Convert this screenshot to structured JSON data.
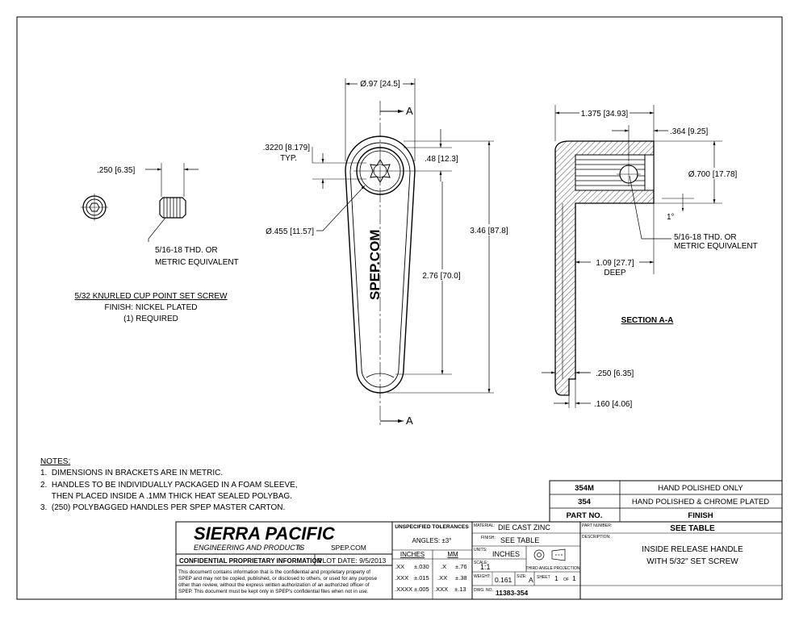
{
  "views": {
    "set_screw": {
      "width_dim": ".250 [6.35]",
      "thread_note": [
        "5/16-18 THD. OR",
        "METRIC EQUIVALENT"
      ],
      "title": "5/32 KNURLED CUP POINT SET SCREW",
      "finish": "FINISH: NICKEL PLATED",
      "qty": "(1) REQUIRED"
    },
    "front": {
      "dia_top": "Ø.97 [24.5]",
      "hex_dim": ".3220 [8.179]",
      "hex_typ": "TYP.",
      "hole_dim": "Ø.455 [11.57]",
      "offset_dim": ".48 [12.3]",
      "mid_dim": "2.76 [70.0]",
      "overall_dim": "3.46 [87.8]",
      "engraving": "SPEP.COM",
      "section_label_top": "A",
      "section_label_bottom": "A"
    },
    "section": {
      "width_dim": "1.375 [34.93]",
      "hole_offset": ".364 [9.25]",
      "bore_dia": "Ø.700 [17.78]",
      "angle": "1°",
      "thread_note": [
        "5/16-18 THD. OR",
        "METRIC EQUIVALENT"
      ],
      "depth_dim": "1.09 [27.7]",
      "depth_label": "DEEP",
      "title": "SECTION A-A",
      "bottom_dim": ".250 [6.35]",
      "wall_dim": ".160 [4.06]"
    }
  },
  "notes": {
    "heading": "NOTES:",
    "items": [
      "1.  DIMENSIONS IN BRACKETS ARE IN METRIC.",
      "2.  HANDLES TO BE INDIVIDUALLY PACKAGED IN A FOAM SLEEVE,",
      "     THEN PLACED INSIDE A .1MM THICK HEAT SEALED POLYBAG.",
      "3.  (250) POLYBAGGED HANDLES PER SPEP MASTER CARTON."
    ]
  },
  "part_table": {
    "rows": [
      {
        "part": "354M",
        "finish": "HAND POLISHED ONLY"
      },
      {
        "part": "354",
        "finish": "HAND POLISHED & CHROME PLATED"
      }
    ],
    "header_part": "PART NO.",
    "header_finish": "FINISH"
  },
  "title_block": {
    "company": "SIERRA PACIFIC",
    "company_sub": "ENGINEERING AND PRODUCTS",
    "website": "SPEP.COM",
    "confidential_label": "CONFIDENTIAL PROPRIETARY INFORMATION",
    "plot_date": "PLOT DATE:  9/5/2013",
    "disclaimer": [
      "This document contains information that is the confidential and proprietary property of",
      "SPEP and may not be copied, published, or disclosed to others, or used for any purpose",
      "other than review, without the express written authorization of an authorized officer of",
      "SPEP. This document must be kept only in SPEP's confidential files when not in use."
    ],
    "tolerances": {
      "heading": "UNSPECIFIED TOLERANCES",
      "angles": "ANGLES: ±3°",
      "inches_head": "INCHES",
      "mm_head": "MM",
      "rows": [
        [
          ".XX",
          "±.030",
          ".X",
          "±.76"
        ],
        [
          ".XXX",
          "±.015",
          ".XX",
          "±.38"
        ],
        [
          ".XXXX",
          "±.005",
          ".XXX",
          "±.13"
        ]
      ]
    },
    "material_label": "MATERIAL:",
    "material": "DIE CAST ZINC",
    "finish_label": "FINISH:",
    "finish": "SEE TABLE",
    "units_label": "UNITS:",
    "units": "INCHES",
    "scale_label": "SCALE:",
    "scale": "1:1",
    "projection": "THIRD ANGLE PROJECTION",
    "weight_label": "WEIGHT:",
    "weight": "0.161",
    "size_label": "SIZE:",
    "size": "A",
    "sheet_label": "SHEET",
    "sheet": "1",
    "of_label": "OF",
    "sheet_total": "1",
    "dwg_label": "DWG. NO.",
    "dwg_no": "11383-354",
    "partnumber_label": "PART NUMBER:",
    "partnumber": "SEE TABLE",
    "description_label": "DESCRIPTION:",
    "description": [
      "INSIDE RELEASE HANDLE",
      "WITH 5/32\" SET SCREW"
    ]
  }
}
